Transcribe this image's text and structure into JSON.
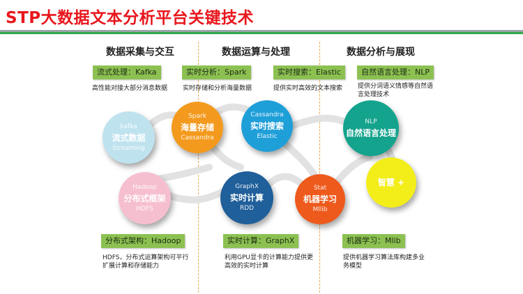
{
  "title": "STP大数据文本分析平台关键技术",
  "columns": [
    "数据采集与交互",
    "数据运算与处理",
    "数据分析与展现"
  ],
  "top_tags": [
    {
      "label": "流式处理：Kafka",
      "desc": "高性能对接大部分消息数据"
    },
    {
      "label": "实时分析：Spark",
      "desc": "实时存储和分析海量数据"
    },
    {
      "label": "实时搜索：Elastic",
      "desc": "提供实时高效的文本搜索"
    },
    {
      "label": "自然语言处理：NLP",
      "desc": "提供分词语义情感等自然语言处理技术"
    }
  ],
  "bottom_tags": [
    {
      "label": "分布式架构：Hadoop",
      "desc": "HDFS，分布式运算架构可平行扩展计算和存储能力"
    },
    {
      "label": "实时计算：GraphX",
      "desc": "利用GPU显卡的计算能力提供更高效的实时计算"
    },
    {
      "label": "机器学习：Mlib",
      "desc": "提供机器学习算法库构建多业务模型"
    }
  ],
  "bubbles": {
    "kafka": {
      "top": "kafka",
      "main": "流式数据",
      "bottom": "Streaming",
      "color": "#bfe2ef"
    },
    "spark": {
      "top": "Spark",
      "main": "海量存储",
      "bottom": "Cassandra",
      "color": "#f39a1e"
    },
    "cassandra": {
      "top": "Cassandra",
      "main": "实时搜索",
      "bottom": "Elastic",
      "color": "#1f9fd8"
    },
    "nlp": {
      "top": "NLP",
      "main": "自然语言处理",
      "bottom": "",
      "color": "#14a38d"
    },
    "hadoop": {
      "top": "Hadoop",
      "main": "分布式框架",
      "bottom": "HDFS",
      "color": "#f6bfd0"
    },
    "graphx": {
      "top": "GraphX",
      "main": "实时计算",
      "bottom": "RDD",
      "color": "#1f5f9a"
    },
    "stat": {
      "top": "Stat",
      "main": "机器学习",
      "bottom": "Mllib",
      "color": "#ee5a1c"
    },
    "smart": {
      "top": "",
      "main": "智慧 +",
      "bottom": "",
      "color": "#f3ee1a"
    }
  }
}
